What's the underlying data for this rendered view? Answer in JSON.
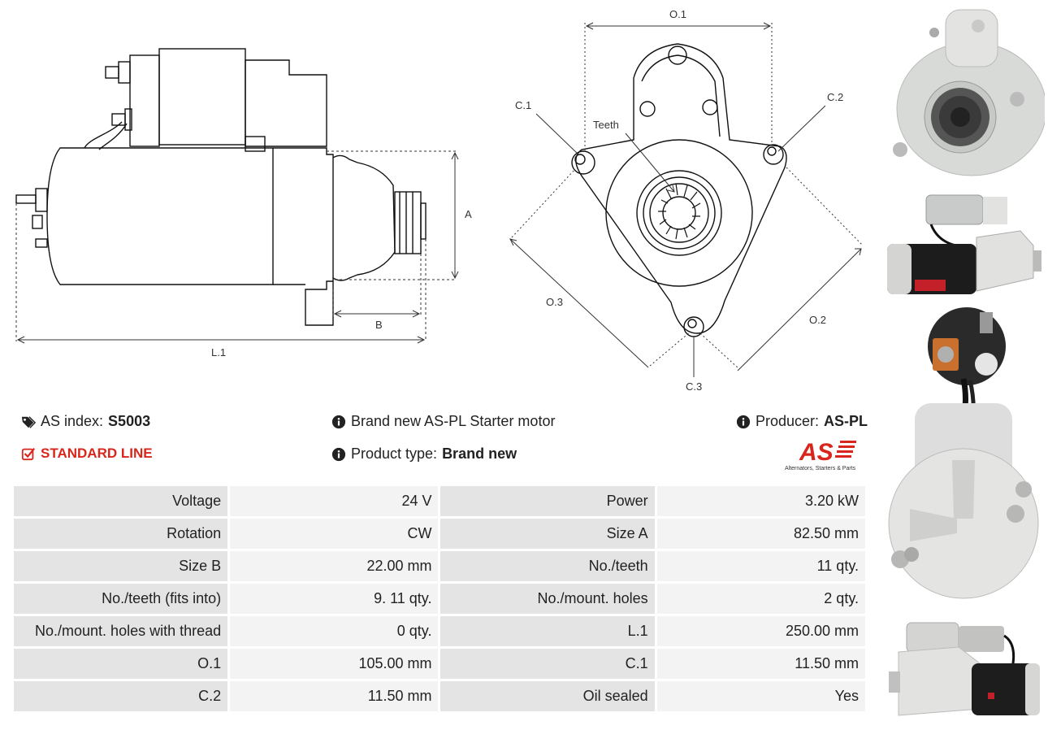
{
  "drawing": {
    "labels": {
      "a": "A",
      "b": "B",
      "l1": "L.1",
      "o1": "O.1",
      "o2": "O.2",
      "o3": "O.3",
      "c1": "C.1",
      "c2": "C.2",
      "c3": "C.3",
      "teeth": "Teeth"
    }
  },
  "info": {
    "as_index_label": "AS index:",
    "as_index_value": "S5003",
    "standard_line": "STANDARD LINE",
    "description": "Brand new AS-PL Starter motor",
    "product_type_label": "Product type:",
    "product_type_value": "Brand new",
    "producer_label": "Producer:",
    "producer_value": "AS-PL"
  },
  "logo": {
    "text": "AS",
    "tagline": "Alternators, Starters & Parts"
  },
  "specs": [
    {
      "label1": "Voltage",
      "value1": "24 V",
      "label2": "Power",
      "value2": "3.20 kW"
    },
    {
      "label1": "Rotation",
      "value1": "CW",
      "label2": "Size A",
      "value2": "82.50 mm"
    },
    {
      "label1": "Size B",
      "value1": "22.00 mm",
      "label2": "No./teeth",
      "value2": "11 qty."
    },
    {
      "label1": "No./teeth (fits into)",
      "value1": "9. 11 qty.",
      "label2": "No./mount. holes",
      "value2": "2 qty."
    },
    {
      "label1": "No./mount. holes with thread",
      "value1": "0 qty.",
      "label2": "L.1",
      "value2": "250.00 mm"
    },
    {
      "label1": "O.1",
      "value1": "105.00 mm",
      "label2": "C.1",
      "value2": "11.50 mm"
    },
    {
      "label1": "C.2",
      "value1": "11.50 mm",
      "label2": "Oil sealed",
      "value2": "Yes"
    }
  ],
  "colors": {
    "accent_red": "#d9261c",
    "label_cell": "#e4e4e4",
    "value_cell": "#f3f3f3"
  },
  "icons": [
    "tags-icon",
    "check-square-icon",
    "info-circle-icon"
  ]
}
